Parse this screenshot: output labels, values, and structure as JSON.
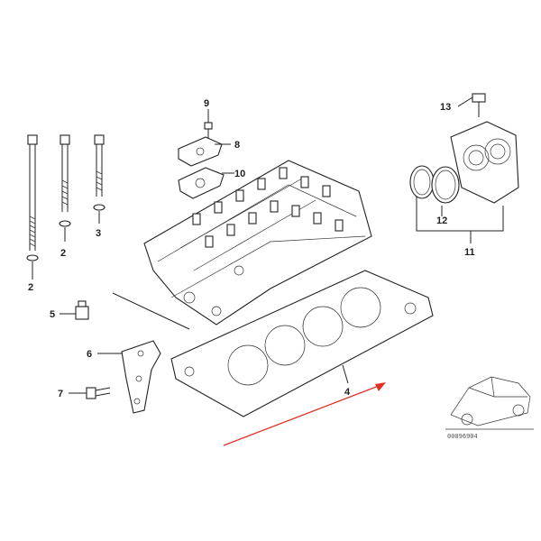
{
  "labels": {
    "p2a": "2",
    "p2b": "2",
    "p3": "3",
    "p4": "4",
    "p5": "5",
    "p6": "6",
    "p7": "7",
    "p8": "8",
    "p9": "9",
    "p10": "10",
    "p11": "11",
    "p12": "12",
    "p13": "13"
  },
  "reference_number": "00096904",
  "colors": {
    "line": "#222222",
    "pointer_arrow": "#e03020"
  }
}
